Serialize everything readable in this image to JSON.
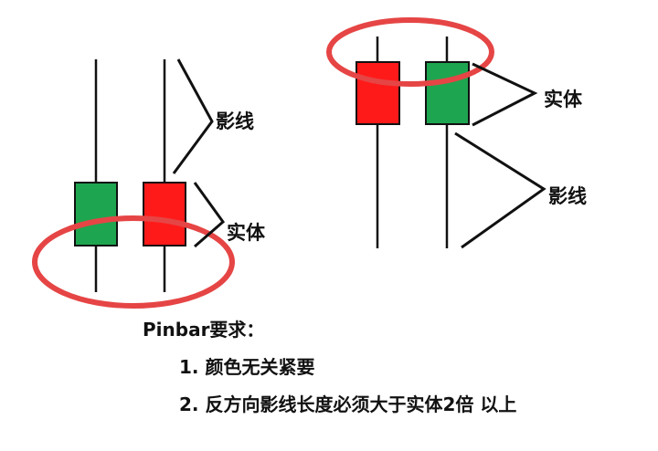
{
  "labels": {
    "shadow_left": "影线",
    "body_left": "实体",
    "body_right": "实体",
    "shadow_right": "影线"
  },
  "requirements": {
    "title": "Pinbar要求：",
    "items": [
      "1. 颜色无关紧要",
      "2. 反方向影线长度必须大于实体2倍 以上"
    ]
  },
  "colors": {
    "bullish": "#1ea550",
    "bearish": "#ff1a1a",
    "highlight_ring": "#e64545",
    "line": "#111111"
  }
}
